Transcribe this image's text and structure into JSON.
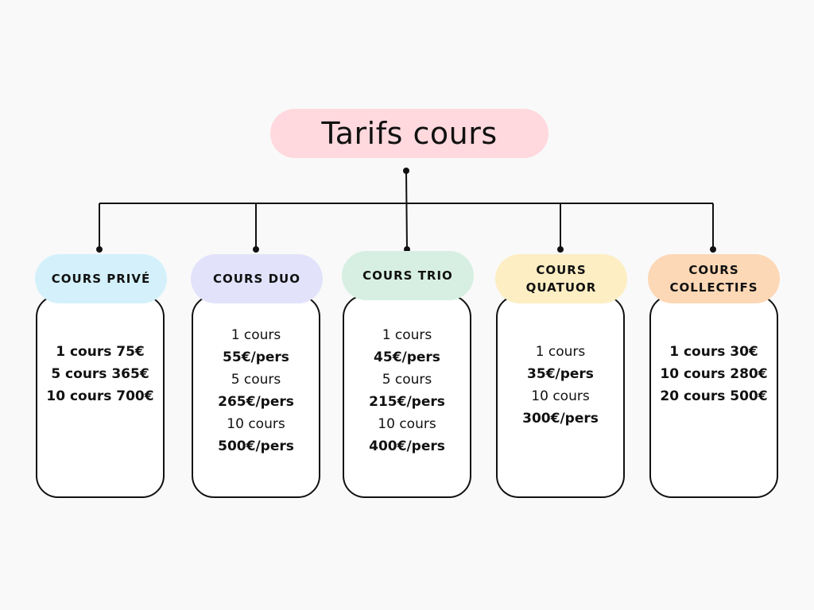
{
  "title": {
    "text": "Tarifs cours",
    "color": "#ffd9de"
  },
  "categories": [
    {
      "header": "COURS PRIVÉ",
      "color": "#d4f1fb",
      "lines": [
        {
          "text": "1 cours 75€",
          "bold": true
        },
        {
          "text": "5 cours 365€",
          "bold": true
        },
        {
          "text": "10 cours 700€",
          "bold": true
        }
      ]
    },
    {
      "header": "COURS DUO",
      "color": "#e2e2fb",
      "lines": [
        {
          "text": "1 cours",
          "bold": false
        },
        {
          "text": "55€/pers",
          "bold": true
        },
        {
          "text": "5 cours",
          "bold": false
        },
        {
          "text": "265€/pers",
          "bold": true
        },
        {
          "text": "10 cours",
          "bold": false
        },
        {
          "text": "500€/pers",
          "bold": true
        }
      ]
    },
    {
      "header": "COURS TRIO",
      "color": "#d6efe2",
      "lines": [
        {
          "text": "1 cours",
          "bold": false
        },
        {
          "text": "45€/pers",
          "bold": true
        },
        {
          "text": "5 cours",
          "bold": false
        },
        {
          "text": "215€/pers",
          "bold": true
        },
        {
          "text": "10 cours",
          "bold": false
        },
        {
          "text": "400€/pers",
          "bold": true
        }
      ]
    },
    {
      "header": "COURS\nQUATUOR",
      "color": "#fdeec3",
      "lines": [
        {
          "text": "1 cours",
          "bold": false
        },
        {
          "text": "35€/pers",
          "bold": true
        },
        {
          "text": "10 cours",
          "bold": false
        },
        {
          "text": "300€/pers",
          "bold": true
        }
      ]
    },
    {
      "header": "COURS\nCOLLECTIFS",
      "color": "#fdd8b6",
      "lines": [
        {
          "text": "1 cours 30€",
          "bold": true
        },
        {
          "text": "10 cours 280€",
          "bold": true
        },
        {
          "text": "20 cours 500€",
          "bold": true
        }
      ]
    }
  ]
}
